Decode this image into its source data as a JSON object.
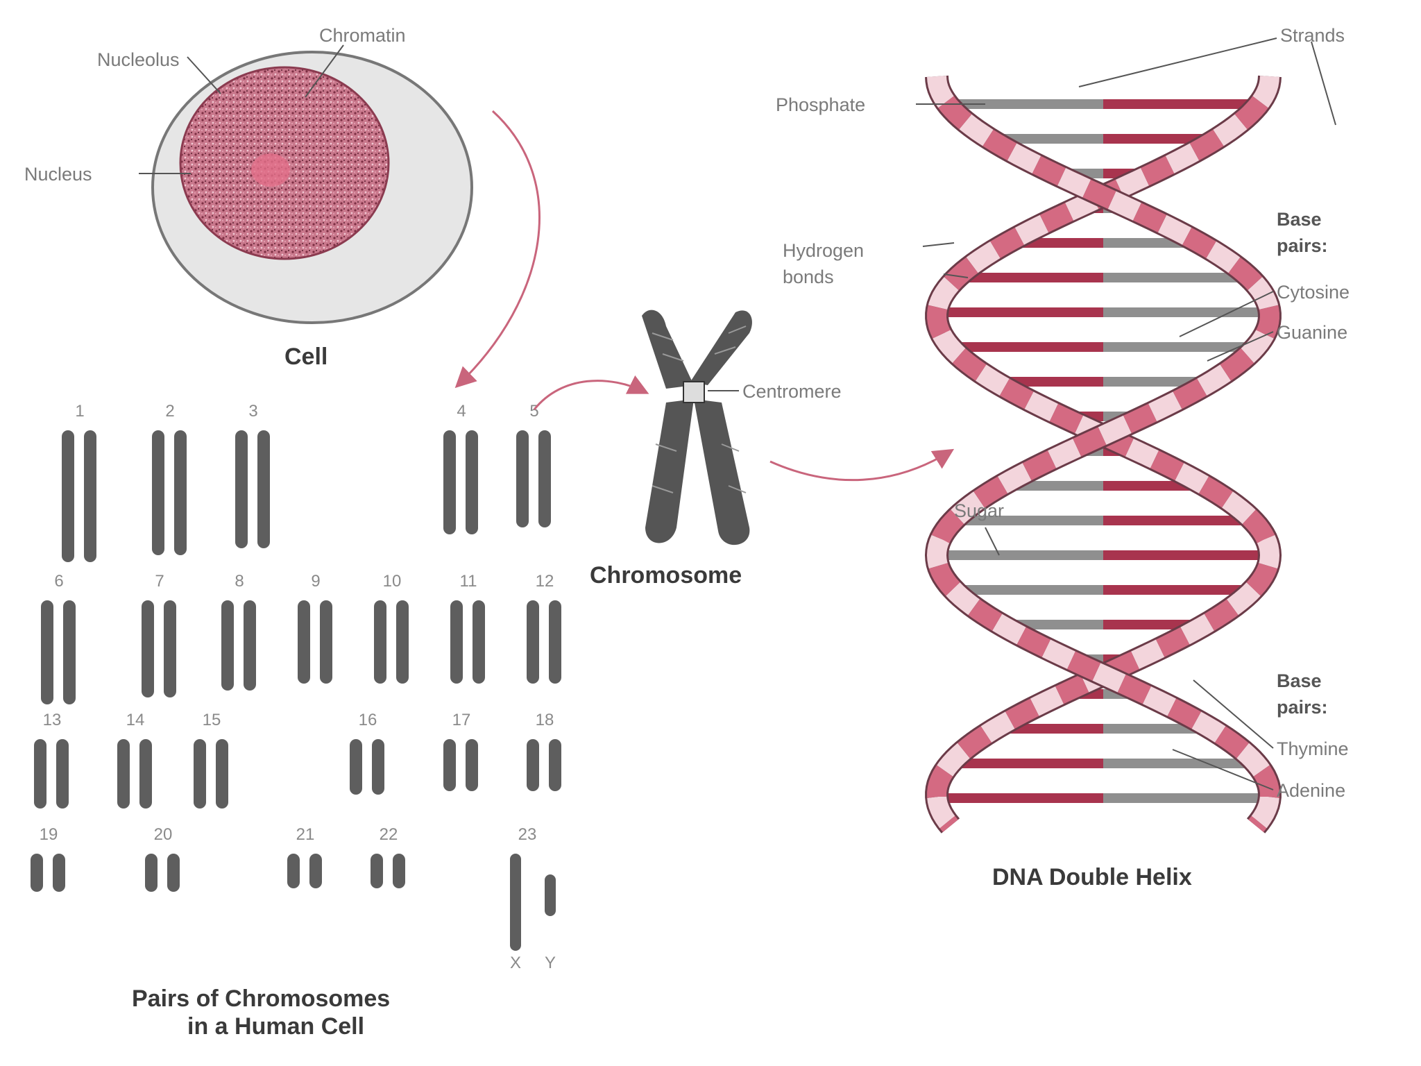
{
  "cell": {
    "caption": "Cell",
    "labels": {
      "nucleolus": "Nucleolus",
      "chromatin": "Chromatin",
      "nucleus": "Nucleus"
    }
  },
  "karyotype": {
    "caption_line1": "Pairs of Chromosomes",
    "caption_line2": "in a Human Cell",
    "pairs": [
      "1",
      "2",
      "3",
      "4",
      "5",
      "6",
      "7",
      "8",
      "9",
      "10",
      "11",
      "12",
      "13",
      "14",
      "15",
      "16",
      "17",
      "18",
      "19",
      "20",
      "21",
      "22",
      "23"
    ],
    "sex_labels": [
      "X",
      "Y"
    ]
  },
  "chromosome": {
    "caption": "Chromosome",
    "centromere_label": "Centromere"
  },
  "dna": {
    "caption": "DNA Double Helix",
    "labels": {
      "strands": "Strands",
      "phosphate": "Phosphate",
      "base_pairs_top_1": "Base",
      "base_pairs_top_2": "pairs:",
      "hydrogen_1": "Hydrogen",
      "hydrogen_2": "bonds",
      "cytosine": "Cytosine",
      "guanine": "Guanine",
      "sugar": "Sugar",
      "base_pairs_bottom_1": "Base",
      "base_pairs_bottom_2": "pairs:",
      "thymine": "Thymine",
      "adenine": "Adenine"
    }
  },
  "colors": {
    "pink": "#d46a82",
    "dark_pink": "#a8344e",
    "light_pink": "#f3d5dc",
    "gray": "#8f8f8f",
    "chromosome_gray": "#5e5e5e",
    "arrow": "#c9657c"
  }
}
